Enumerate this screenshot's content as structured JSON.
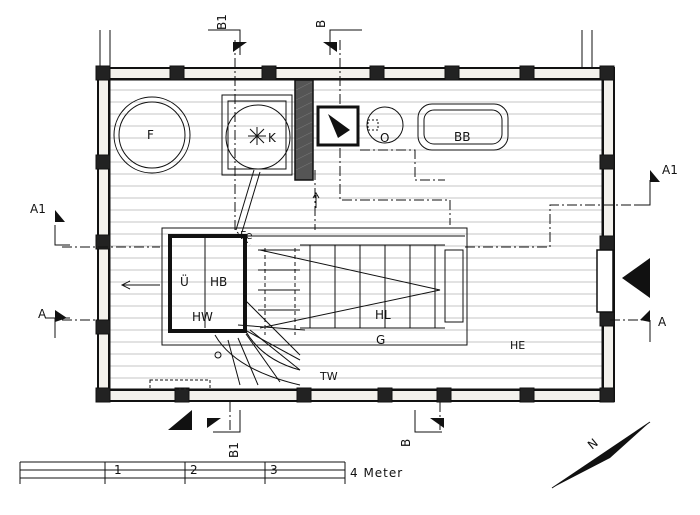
{
  "labels": {
    "F": "F",
    "K": "K",
    "O": "O",
    "BB": "BB",
    "Fe": "Fe",
    "U": "Ü",
    "HB": "HB",
    "HW": "HW",
    "HL": "HL",
    "G": "G",
    "HE": "HE",
    "TW": "TW"
  },
  "sections": {
    "B1": "B1",
    "B": "B",
    "A1": "A1",
    "A": "A"
  },
  "scale": {
    "ticks": [
      "1",
      "2",
      "3",
      "4 Meter"
    ]
  },
  "north": {
    "letter": "N"
  }
}
